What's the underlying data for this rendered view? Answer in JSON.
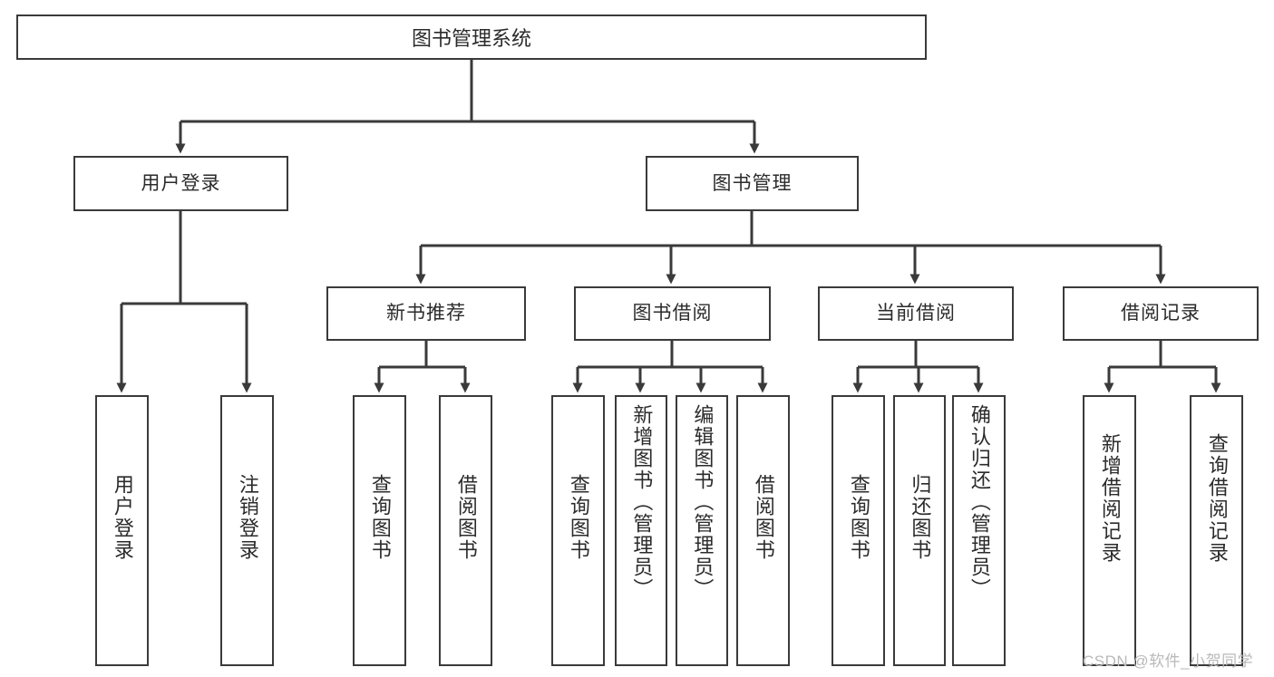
{
  "diagram": {
    "type": "tree-hierarchy",
    "title": "图书管理系统",
    "root": {
      "label": "图书管理系统"
    },
    "level2": [
      {
        "label": "用户登录"
      },
      {
        "label": "图书管理"
      }
    ],
    "level3": [
      {
        "label": "新书推荐"
      },
      {
        "label": "图书借阅"
      },
      {
        "label": "当前借阅"
      },
      {
        "label": "借阅记录"
      }
    ],
    "leaves": {
      "user_login": [
        {
          "label": "用户登录"
        },
        {
          "label": "注销登录"
        }
      ],
      "new_book_recommend": [
        {
          "label": "查询图书"
        },
        {
          "label": "借阅图书"
        }
      ],
      "book_borrow": [
        {
          "label": "查询图书"
        },
        {
          "label": "新增图书（管理员）"
        },
        {
          "label": "编辑图书（管理员）"
        },
        {
          "label": "借阅图书"
        }
      ],
      "current_borrow": [
        {
          "label": "查询图书"
        },
        {
          "label": "归还图书"
        },
        {
          "label": "确认归还（管理员）"
        }
      ],
      "borrow_record": [
        {
          "label": "新增借阅记录"
        },
        {
          "label": "查询借阅记录"
        }
      ]
    },
    "watermark": "CSDN @软件_小贺同学",
    "colors": {
      "border": "#3a3a3a",
      "text": "#2b2b2b",
      "background": "#ffffff",
      "watermark": "#b9b9b9"
    }
  }
}
